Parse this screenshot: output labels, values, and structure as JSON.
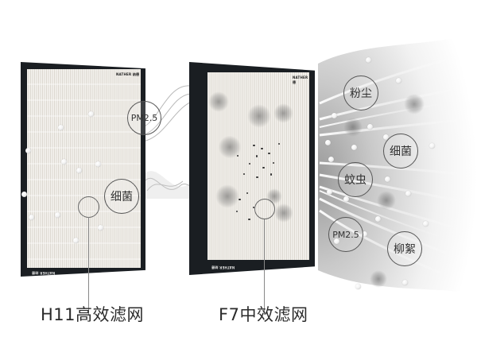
{
  "filters": [
    {
      "id": "h11",
      "brand_top": "NATHER 纳德",
      "brand_bottom": "NATHER 纳德",
      "caption": "H11高效滤网",
      "callouts": [
        "PM2.5",
        "细菌"
      ]
    },
    {
      "id": "f7",
      "brand_top": "NATHER 纳德",
      "brand_bottom": "NATHER 纳德",
      "caption": "F7中效滤网"
    }
  ],
  "airflow_labels": [
    "粉尘",
    "细菌",
    "蚊虫",
    "PM2.5",
    "柳絮"
  ],
  "colors": {
    "frame": "#1a1e22",
    "filter_media": "#f4f2ee",
    "caption_text": "#2b2b2b",
    "circle_border": "#555555"
  }
}
